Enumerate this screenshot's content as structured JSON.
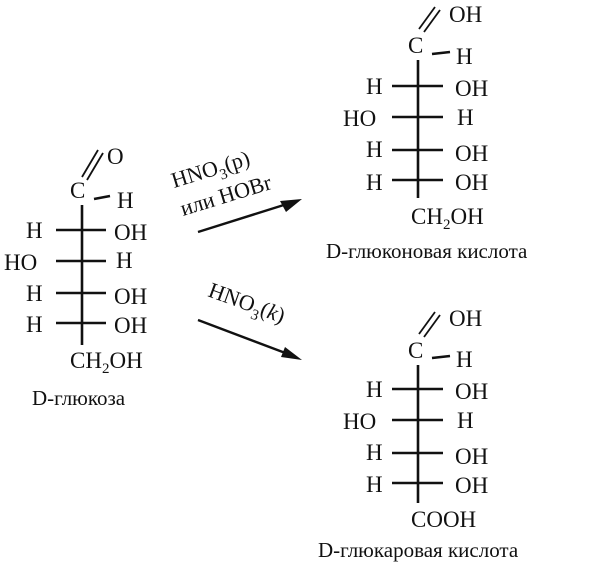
{
  "reactant": {
    "top_o": "O",
    "carbon": "C",
    "aldehyde_h": "H",
    "rows": [
      {
        "left": "H",
        "right": "OH"
      },
      {
        "left": "HO",
        "right": "H"
      },
      {
        "left": "H",
        "right": "OH"
      },
      {
        "left": "H",
        "right": "OH"
      }
    ],
    "bottom_ch": "CH",
    "bottom_sub": "2",
    "bottom_oh": "OH",
    "name": "D-глюкоза"
  },
  "gluconic": {
    "top_oh": "OH",
    "carbon": "C",
    "carbon_h": "H",
    "rows": [
      {
        "left": "H",
        "right": "OH"
      },
      {
        "left": "HO",
        "right": "H"
      },
      {
        "left": "H",
        "right": "OH"
      },
      {
        "left": "H",
        "right": "OH"
      }
    ],
    "bottom_ch": "CH",
    "bottom_sub": "2",
    "bottom_oh": "OH",
    "name": "D-глюконовая кислота"
  },
  "glucaric": {
    "top_oh": "OH",
    "carbon": "C",
    "carbon_h": "H",
    "rows": [
      {
        "left": "H",
        "right": "OH"
      },
      {
        "left": "HO",
        "right": "H"
      },
      {
        "left": "H",
        "right": "OH"
      },
      {
        "left": "H",
        "right": "OH"
      }
    ],
    "bottom": "COOH",
    "name": "D-глюкаровая кислота"
  },
  "arrow_upper": {
    "hno": "HNO",
    "sub": "3",
    "cond": "(р)",
    "line2": "или HOBr"
  },
  "arrow_lower": {
    "hno": "HNO",
    "sub": "3",
    "cond_open": "(",
    "cond_k": "k",
    "cond_close": ")"
  }
}
